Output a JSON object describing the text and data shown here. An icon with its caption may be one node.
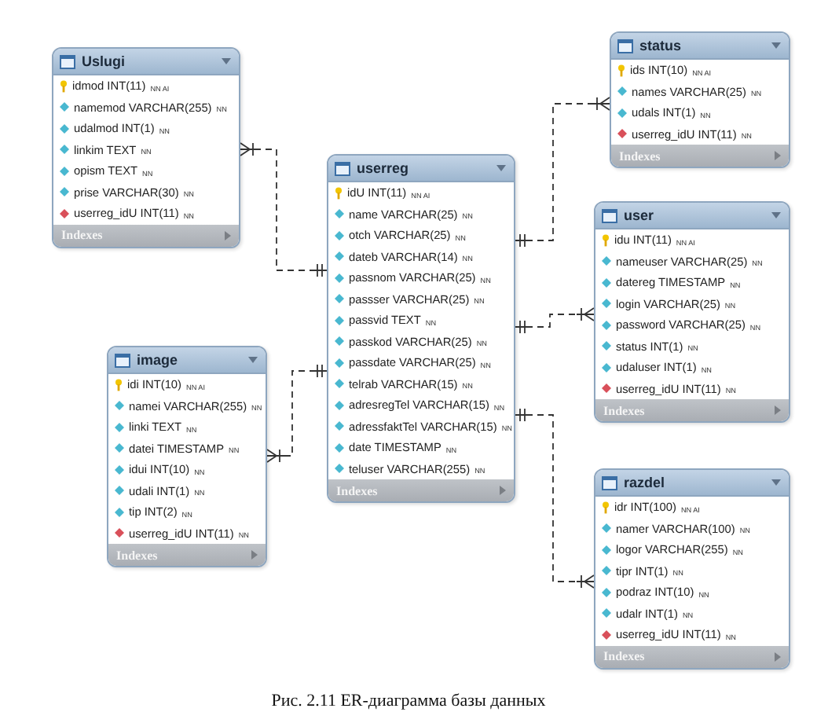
{
  "diagram": {
    "caption": "Рис. 2.11 ER-диаграмма базы данных",
    "nodes": [
      {
        "text": [
          "Uslugi",
          "Indexes"
        ]
      },
      {
        "text": [
          "idmod INT(11)",
          "NN AI"
        ],
        "in": 0
      },
      {
        "text": [
          "namemod VARCHAR(255)",
          "NN"
        ],
        "in": 0
      },
      {
        "text": [
          "udalmod INT(1)",
          "NN"
        ],
        "in": 0
      },
      {
        "text": [
          "linkim TEXT",
          "NN"
        ],
        "in": 0
      },
      {
        "text": [
          "opism TEXT",
          "NN"
        ],
        "in": 0
      },
      {
        "text": [
          "prise VARCHAR(30)",
          "NN"
        ],
        "in": 0
      },
      {
        "text": [
          "userreg_idU INT(11)",
          "NN"
        ],
        "in": 0
      },
      {
        "text": [
          "status",
          "Indexes"
        ]
      },
      {
        "text": [
          "ids INT(10)",
          "NN AI"
        ],
        "in": 8
      },
      {
        "text": [
          "names VARCHAR(25)",
          "NN"
        ],
        "in": 8
      },
      {
        "text": [
          "udals INT(1)",
          "NN"
        ],
        "in": 8
      },
      {
        "text": [
          "userreg_idU INT(11)",
          "NN"
        ],
        "in": 8
      },
      {
        "text": [
          "userreg",
          "Indexes"
        ]
      },
      {
        "text": [
          "idU INT(11)",
          "NN AI"
        ],
        "in": 13
      },
      {
        "text": [
          "name VARCHAR(25)",
          "NN"
        ],
        "in": 13
      },
      {
        "text": [
          "otch VARCHAR(25)",
          "NN"
        ],
        "in": 13
      },
      {
        "text": [
          "dateb VARCHAR(14)",
          "NN"
        ],
        "in": 13
      },
      {
        "text": [
          "passnom VARCHAR(25)",
          "NN"
        ],
        "in": 13
      },
      {
        "text": [
          "passser VARCHAR(25)",
          "NN"
        ],
        "in": 13
      },
      {
        "text": [
          "passvid TEXT",
          "NN"
        ],
        "in": 13
      },
      {
        "text": [
          "passkod VARCHAR(25)",
          "NN"
        ],
        "in": 13
      },
      {
        "text": [
          "passdate VARCHAR(25)",
          "NN"
        ],
        "in": 13
      },
      {
        "text": [
          "telrab VARCHAR(15)",
          "NN"
        ],
        "in": 13
      },
      {
        "text": [
          "adresregTel VARCHAR(15)",
          "NN"
        ],
        "in": 13
      },
      {
        "text": [
          "adressfaktTel VARCHAR(15)",
          "NN"
        ],
        "in": 13
      },
      {
        "text": [
          "date TIMESTAMP",
          "NN"
        ],
        "in": 13
      },
      {
        "text": [
          "teluser VARCHAR(255)",
          "NN"
        ],
        "in": 13
      },
      {
        "text": [
          "user",
          "Indexes"
        ]
      },
      {
        "text": [
          "idu INT(11)",
          "NN AI"
        ],
        "in": 28
      },
      {
        "text": [
          "nameuser VARCHAR(25)",
          "NN"
        ],
        "in": 28
      },
      {
        "text": [
          "datereg TIMESTAMP",
          "NN"
        ],
        "in": 28
      },
      {
        "text": [
          "login VARCHAR(25)",
          "NN"
        ],
        "in": 28
      },
      {
        "text": [
          "password VARCHAR(25)",
          "NN"
        ],
        "in": 28
      },
      {
        "text": [
          "status INT(1)",
          "NN"
        ],
        "in": 28
      },
      {
        "text": [
          "udaluser INT(1)",
          "NN"
        ],
        "in": 28
      },
      {
        "text": [
          "userreg_idU INT(11)",
          "NN"
        ],
        "in": 28
      },
      {
        "text": [
          "image",
          "Indexes"
        ]
      },
      {
        "text": [
          "idi INT(10)",
          "NN AI"
        ],
        "in": 37
      },
      {
        "text": [
          "namei VARCHAR(255)",
          "NN"
        ],
        "in": 37
      },
      {
        "text": [
          "linki TEXT",
          "NN"
        ],
        "in": 37
      },
      {
        "text": [
          "datei TIMESTAMP",
          "NN"
        ],
        "in": 37
      },
      {
        "text": [
          "idui INT(10)",
          "NN"
        ],
        "in": 37
      },
      {
        "text": [
          "udali INT(1)",
          "NN"
        ],
        "in": 37
      },
      {
        "text": [
          "tip INT(2)",
          "NN"
        ],
        "in": 37
      },
      {
        "text": [
          "userreg_idU INT(11)",
          "NN"
        ],
        "in": 37
      },
      {
        "text": [
          "razdel",
          "Indexes"
        ]
      },
      {
        "text": [
          "idr INT(100)",
          "NN AI"
        ],
        "in": 46
      },
      {
        "text": [
          "namer VARCHAR(100)",
          "NN"
        ],
        "in": 46
      },
      {
        "text": [
          "logor VARCHAR(255)",
          "NN"
        ],
        "in": 46
      },
      {
        "text": [
          "tipr INT(1)",
          "NN"
        ],
        "in": 46
      },
      {
        "text": [
          "podraz INT(10)",
          "NN"
        ],
        "in": 46
      },
      {
        "text": [
          "udalr INT(1)",
          "NN"
        ],
        "in": 46
      },
      {
        "text": [
          "userreg_idU INT(11)",
          "NN"
        ],
        "in": 46
      }
    ],
    "edges": [
      {
        "from": 13,
        "to": 0,
        "arrow": "other",
        "style": "dashed"
      },
      {
        "from": 13,
        "to": 8,
        "arrow": "other",
        "style": "dashed"
      },
      {
        "from": 13,
        "to": 28,
        "arrow": "other",
        "style": "dashed"
      },
      {
        "from": 13,
        "to": 37,
        "arrow": "other",
        "style": "dashed"
      },
      {
        "from": 13,
        "to": 46,
        "arrow": "other",
        "style": "dashed"
      }
    ]
  }
}
